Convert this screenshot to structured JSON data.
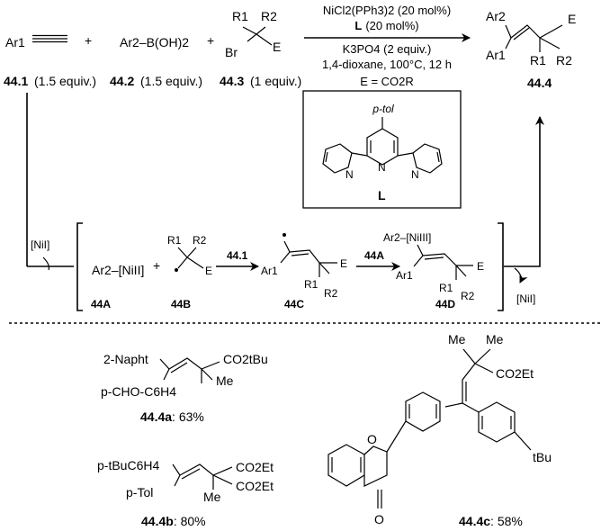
{
  "reaction": {
    "reagents": {
      "alkyne": "Ar1",
      "boronic": "Ar2–B(OH)2",
      "bromide_r1": "R1",
      "bromide_r2": "R2",
      "bromide_br": "Br",
      "bromide_e": "E",
      "plus": "+"
    },
    "labels": {
      "c441": "44.1",
      "c441_eq": "(1.5 equiv.)",
      "c442": "44.2",
      "c442_eq": "(1.5 equiv.)",
      "c443": "44.3",
      "c443_eq": "(1 equiv.)",
      "product": "44.4"
    },
    "conditions": {
      "catalyst": "NiCl2(PPh3)2 (20 mol%)",
      "ligand_bold": "L",
      "ligand_rest": "(20 mol%)",
      "base": "K3PO4 (2 equiv.)",
      "solvent": "1,4-dioxane, 100°C, 12 h",
      "e_def": "E = CO2R"
    },
    "product": {
      "ar2": "Ar2",
      "ar1": "Ar1",
      "r1": "R1",
      "r2": "R2",
      "e": "E"
    },
    "ligand_box": {
      "substituent": "p-tol",
      "n": "N",
      "name": "L"
    }
  },
  "mechanism": {
    "ni_i_left": "[NiI]",
    "ni_i_right": "[NiI]",
    "species_a": "Ar2–[NiII]",
    "plus": "+",
    "radical_r1": "R1",
    "radical_r2": "R2",
    "radical_e": "E",
    "arrow1_label": "44.1",
    "arrow2_label": "44A",
    "vinyl_ar1": "Ar1",
    "vinyl_r1": "R1",
    "vinyl_r2": "R2",
    "vinyl_e": "E",
    "d_ni": "Ar2–[NiIII]",
    "d_ar1": "Ar1",
    "d_r1": "R1",
    "d_r2": "R2",
    "d_e": "E",
    "label_a": "44A",
    "label_b": "44B",
    "label_c": "44C",
    "label_d": "44D"
  },
  "examples": {
    "a": {
      "ar": "2-Napht",
      "ester": "CO2tBu",
      "me": "Me",
      "aryl": "p-CHO-C6H4",
      "label": "44.4a",
      "yield": ": 63%"
    },
    "b": {
      "aryl": "p-tBuC6H4",
      "ester1": "CO2Et",
      "ester2": "CO2Et",
      "me": "Me",
      "tol": "p-Tol",
      "label": "44.4b",
      "yield": ": 80%"
    },
    "c": {
      "me1": "Me",
      "me2": "Me",
      "ester": "CO2Et",
      "o_ring": "O",
      "o_keto": "O",
      "tbu": "tBu",
      "label": "44.4c",
      "yield": ": 58%"
    }
  }
}
